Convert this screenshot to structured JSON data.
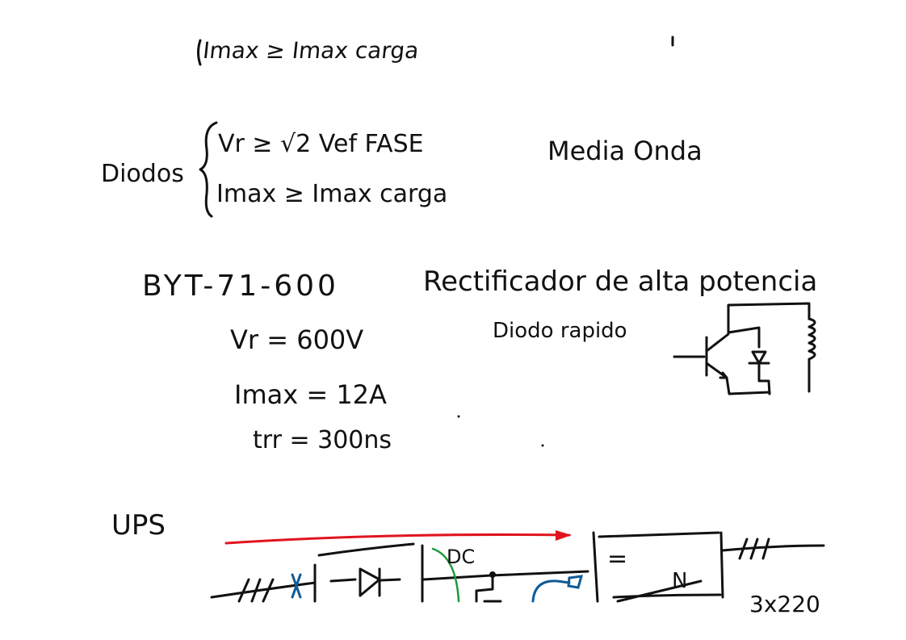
{
  "notes": {
    "top_line": "Imax ≥ Imax carga",
    "diodos_label": "Diodos",
    "diodos_cond1": "Vr ≥ √2 Vef FASE",
    "diodos_cond2": "Imax ≥ Imax carga",
    "media_onda": "Media Onda",
    "part_number": "BYT-71-600",
    "vr": "Vr = 600V",
    "imax": "Imax = 12A",
    "trr": "trr = 300ns",
    "rectificador": "Rectificador de alta potencia",
    "diodo_rapido": "Diodo rapido",
    "ups": "UPS"
  },
  "diagram": {
    "dc_label": "DC",
    "inverter_eq": "=",
    "inverter_ac": "N",
    "output_label": "3x220",
    "colors": {
      "power_arrow": "#e0141e",
      "green_curve": "#1a9a3a",
      "blue_marks": "#0e5a96"
    }
  }
}
